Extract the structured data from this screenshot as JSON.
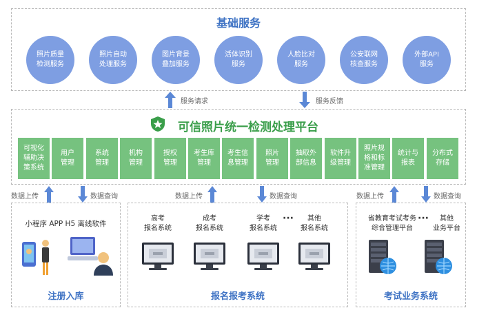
{
  "base": {
    "title": "基础服务",
    "services": [
      "照片质量\n检测服务",
      "照片自动\n处理服务",
      "图片背景\n叠加服务",
      "活体识别\n服务",
      "人脸比对\n服务",
      "公安联网\n核查服务",
      "外部API\n服务"
    ]
  },
  "flows": {
    "request": "服务请求",
    "feedback": "服务反馈",
    "upload": "数据上传",
    "query": "数据查询"
  },
  "platform": {
    "title": "可信照片统一检测处理平台",
    "modules": [
      "可视化\n辅助决\n策系统",
      "用户\n管理",
      "系统\n管理",
      "机构\n管理",
      "授权\n管理",
      "考生库\n管理",
      "考生信\n息管理",
      "照片\n管理",
      "抽取外\n部信息",
      "软件升\n级管理",
      "照片规\n格和标\n准管理",
      "统计与\n报表",
      "分布式\n存储"
    ]
  },
  "register": {
    "title": "注册入库",
    "clients": "小程序  APP   H5  离线软件"
  },
  "signup": {
    "title": "报名报考系统",
    "systems": [
      "高考\n报名系统",
      "成考\n报名系统",
      "学考\n报名系统",
      "其他\n报名系统"
    ],
    "ellipsis": "···"
  },
  "exam": {
    "title": "考试业务系统",
    "systems": [
      "省教育考试考务\n综合管理平台",
      "其他\n业务平台"
    ],
    "ellipsis": "···"
  },
  "colors": {
    "circle": "#7e9ee2",
    "module": "#76c27f",
    "accent_blue": "#3f73c4",
    "accent_green": "#3a9e4a",
    "arrow": "#5b88d6"
  }
}
